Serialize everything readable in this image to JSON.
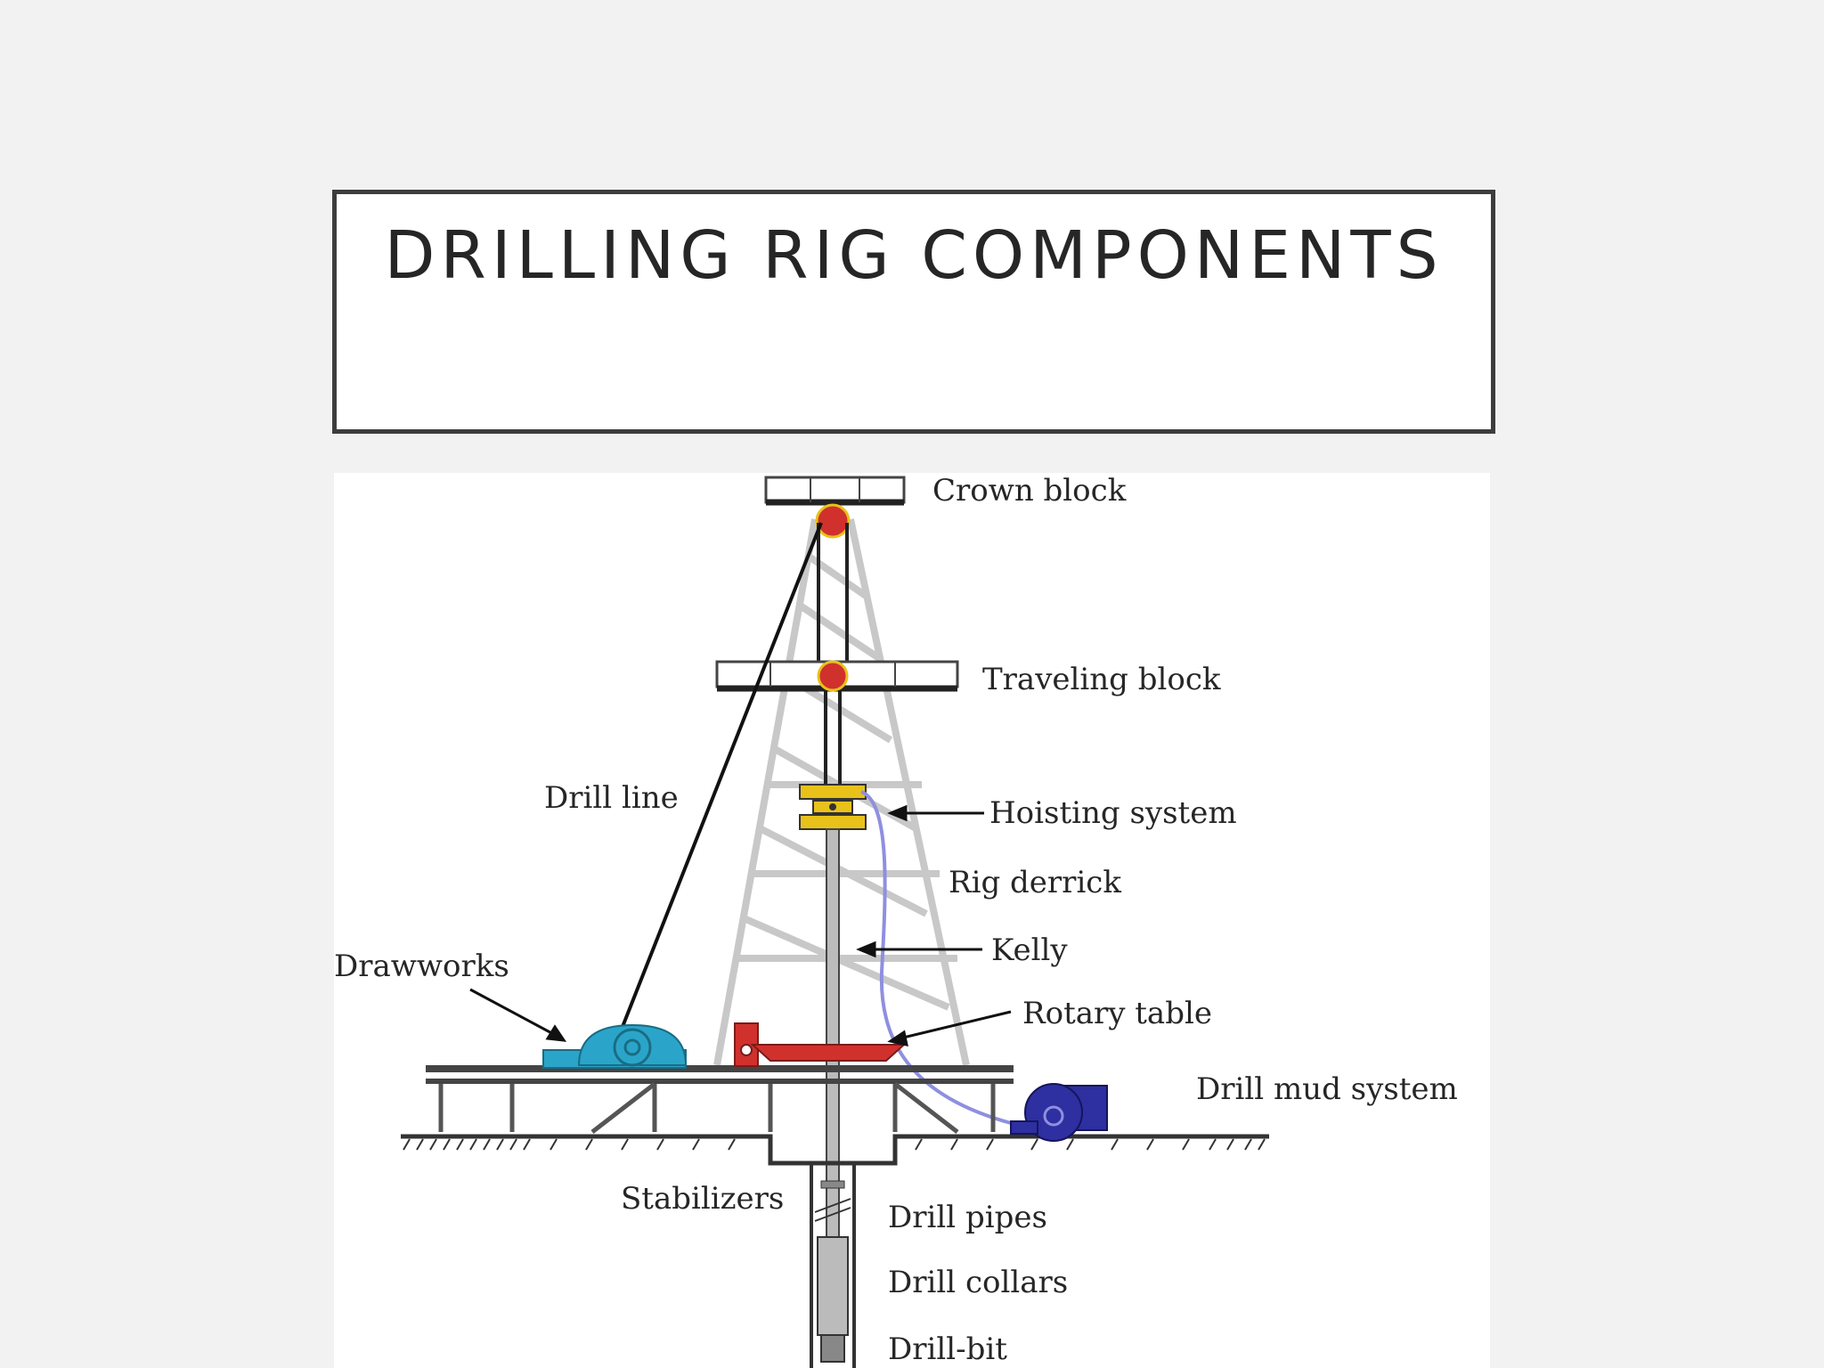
{
  "slide": {
    "title": "DRILLING RIG COMPONENTS"
  },
  "diagram": {
    "labels": {
      "crown_block": "Crown block",
      "traveling_block": "Traveling block",
      "drill_line": "Drill line",
      "hoisting_system": "Hoisting system",
      "rig_derrick": "Rig derrick",
      "kelly": "Kelly",
      "drawworks": "Drawworks",
      "rotary_table": "Rotary table",
      "drill_mud_system": "Drill mud system",
      "stabilizers": "Stabilizers",
      "drill_pipes": "Drill pipes",
      "drill_collars": "Drill collars",
      "drill_bit": "Drill-bit"
    },
    "colors": {
      "derrick": "#c8c8c8",
      "sheave": "#d0312d",
      "swivel": "#e8c21a",
      "drawworks": "#2aa5c9",
      "rotary_table": "#d0312d",
      "mud_pump": "#2e2fa0",
      "mud_hose": "#8f8fe0"
    }
  }
}
